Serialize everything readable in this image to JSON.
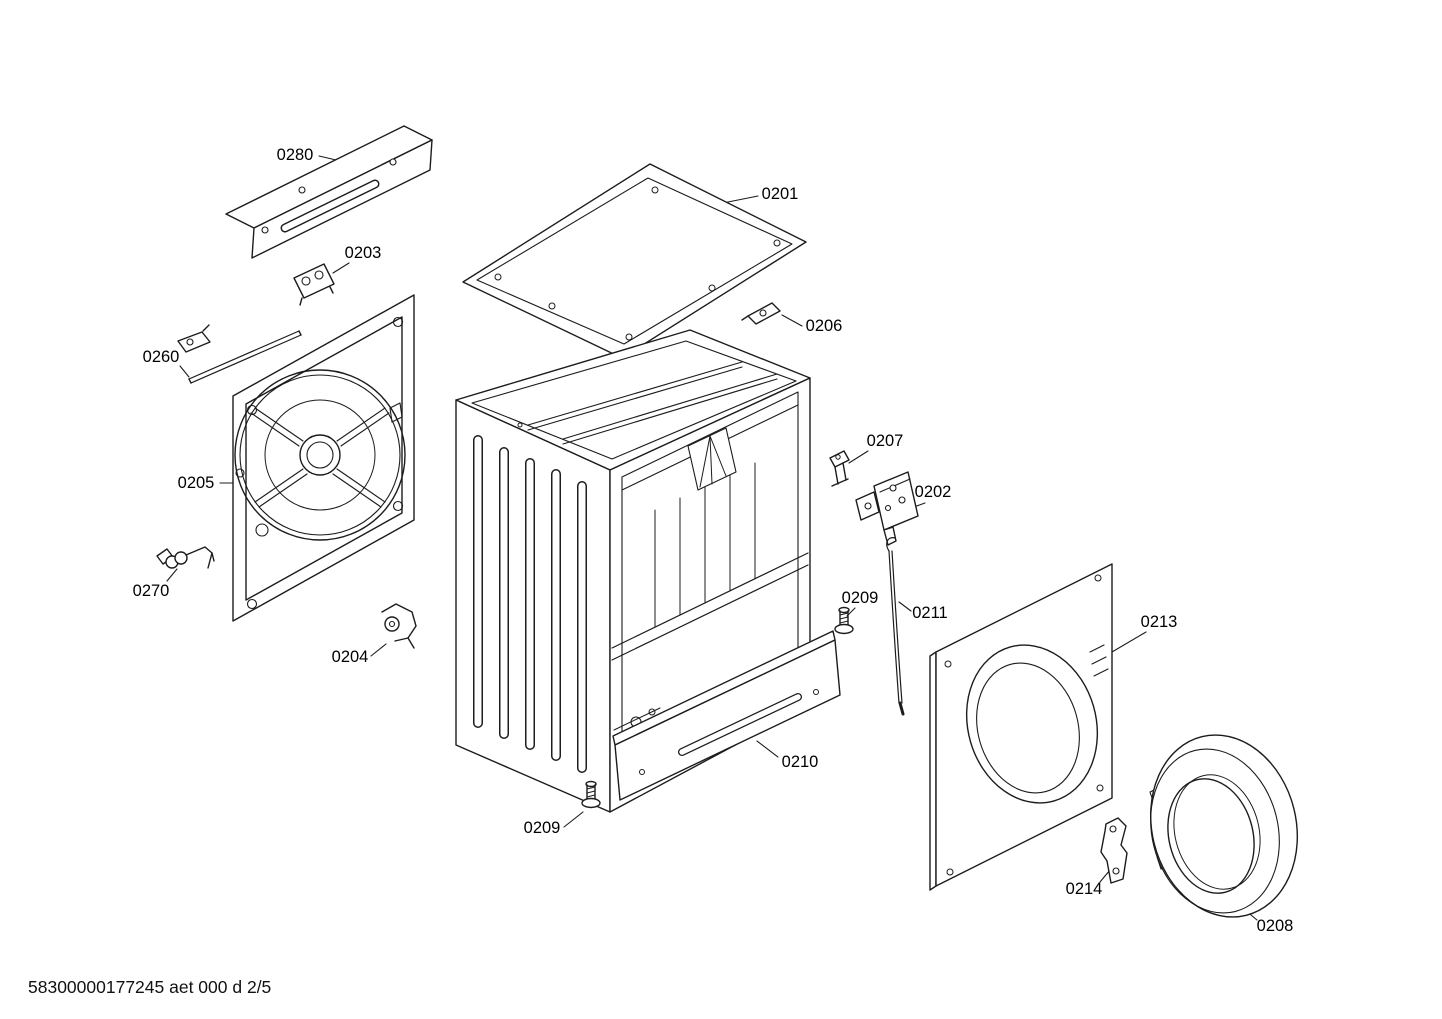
{
  "colors": {
    "line": "#1c1c1c",
    "background": "#ffffff",
    "label_text": "#000000"
  },
  "document": {
    "footer": "58300000177245 aet 000 d 2/5"
  },
  "diagram": {
    "part_labels": {
      "p0201": "0201",
      "p0202": "0202",
      "p0203": "0203",
      "p0204": "0204",
      "p0205": "0205",
      "p0206": "0206",
      "p0207": "0207",
      "p0208": "0208",
      "p0209_left": "0209",
      "p0209_right": "0209",
      "p0210": "0210",
      "p0211": "0211",
      "p0213": "0213",
      "p0214": "0214",
      "p0260": "0260",
      "p0270": "0270",
      "p0280": "0280"
    }
  }
}
